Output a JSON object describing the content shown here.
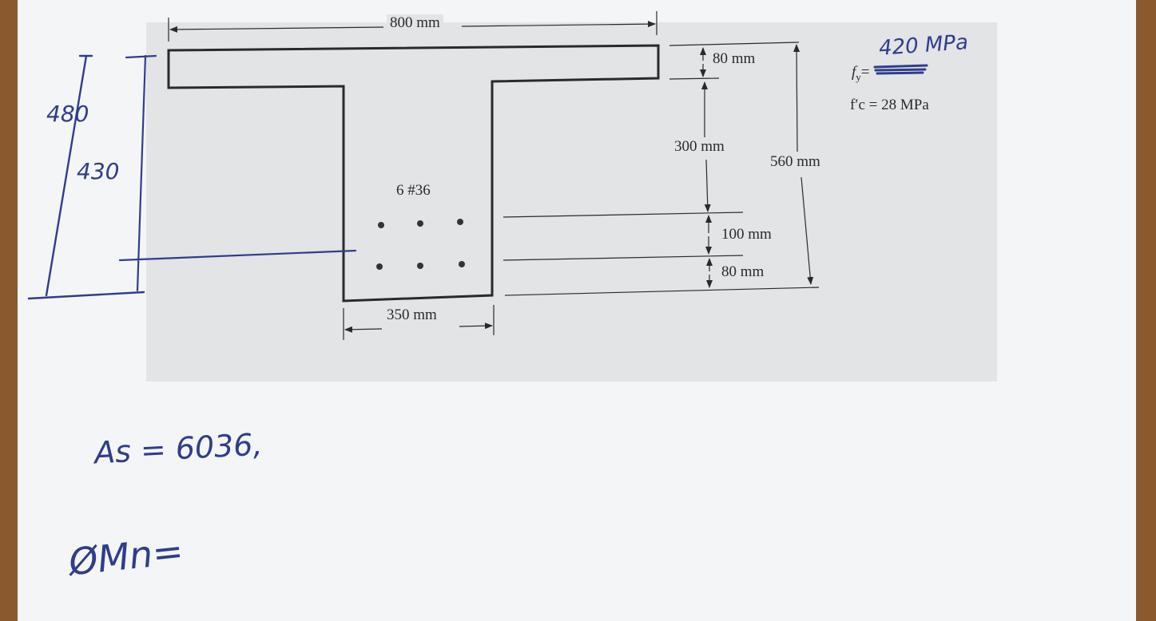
{
  "dimensions": {
    "flange_width": "800 mm",
    "web_width": "350 mm",
    "flange_thickness": "80 mm",
    "web_span": "300 mm",
    "total_depth": "560 mm",
    "bar_spacing": "100 mm",
    "cover": "80 mm"
  },
  "reinforcement": {
    "label": "6 #36"
  },
  "materials": {
    "fy_symbol": "f",
    "fy_subscript": "y",
    "fy_eq": "=",
    "fc_label": "f′c = 28 MPa"
  },
  "handwriting": {
    "fy_value": "420 MPa",
    "depth_1": "480",
    "depth_2": "430",
    "as_line": "As = 6036,",
    "phi_mn": "ØMn="
  },
  "colors": {
    "ink": "#2f3d8c",
    "print": "#2a2a2a",
    "paper": "#f4f5f6",
    "figure_background": "#e2e4e5"
  }
}
